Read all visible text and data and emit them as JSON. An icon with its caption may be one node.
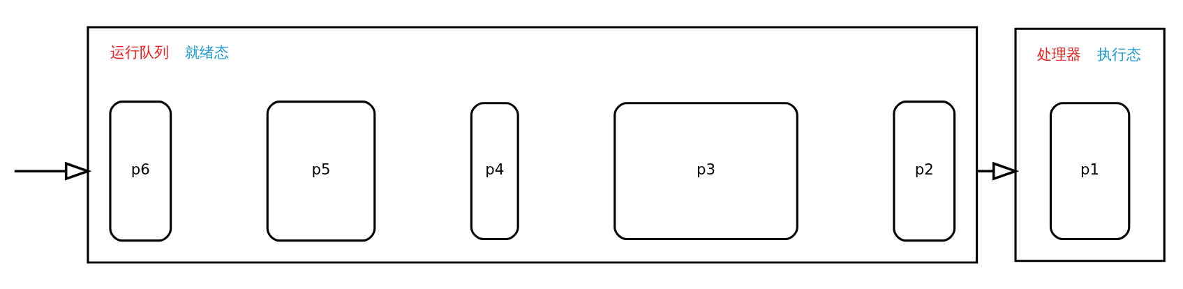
{
  "diagram": {
    "nodes": [
      {
        "text": [
          "运行队列",
          "就绪态"
        ]
      },
      {
        "text": [
          "p6"
        ],
        "in": 0
      },
      {
        "text": [
          "p5"
        ],
        "in": 0
      },
      {
        "text": [
          "p4"
        ],
        "in": 0
      },
      {
        "text": [
          "p3"
        ],
        "in": 0
      },
      {
        "text": [
          "p2"
        ],
        "in": 0
      },
      {
        "text": [
          "处理器",
          "执行态"
        ]
      },
      {
        "text": [
          "p1"
        ],
        "in": 6
      }
    ],
    "edges": [
      {
        "from": null,
        "to": 0,
        "arrow": "to"
      },
      {
        "from": 0,
        "to": 6,
        "arrow": "to"
      }
    ]
  }
}
